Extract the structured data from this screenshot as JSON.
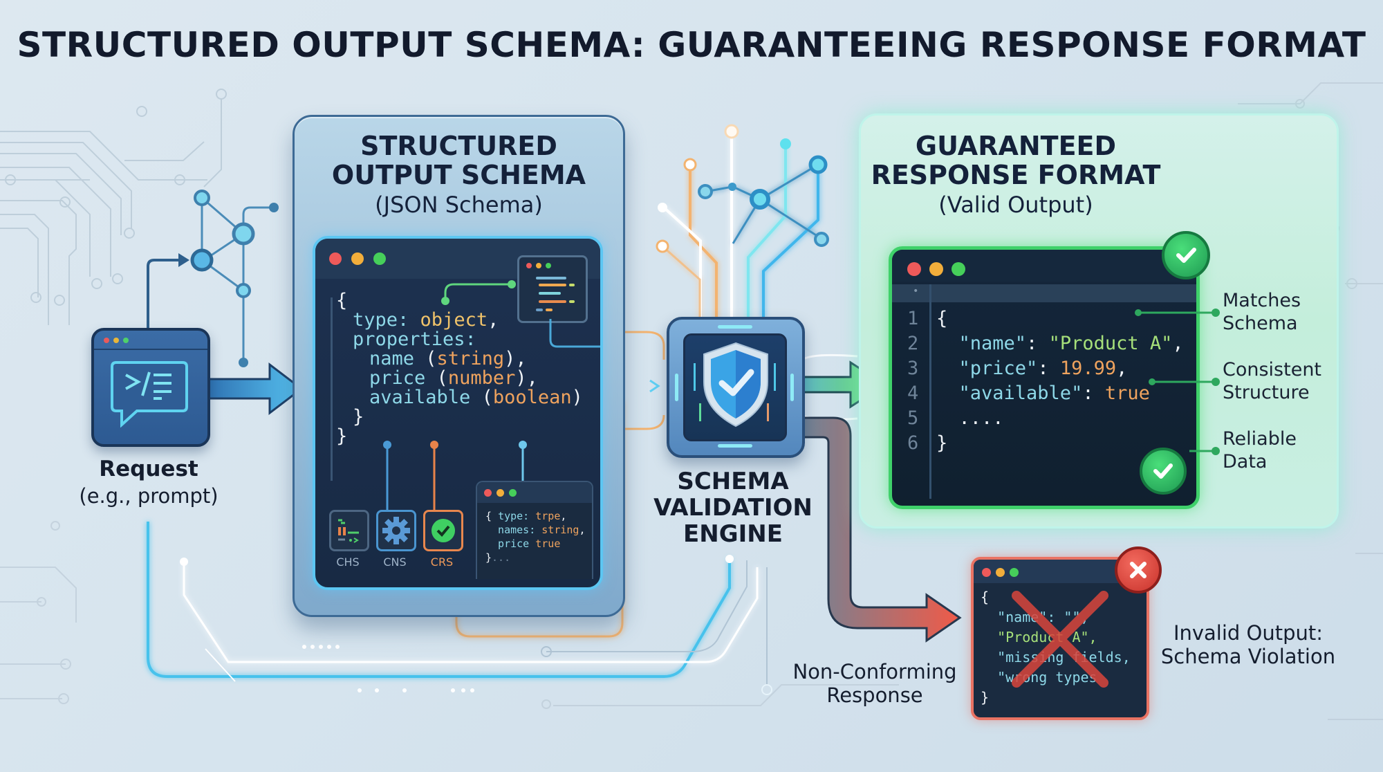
{
  "title": "STRUCTURED OUTPUT SCHEMA: GUARANTEEING RESPONSE FORMAT",
  "colors": {
    "accent_blue": "#3fb6ec",
    "accent_green": "#3fd16a",
    "accent_orange": "#f0a35e",
    "error_red": "#e2453c",
    "dark_text": "#121a2c"
  },
  "request": {
    "icon": "terminal-chat-icon",
    "label": "Request",
    "sublabel": "(e.g., prompt)"
  },
  "schema_panel": {
    "title_line1": "STRUCTURED",
    "title_line2": "OUTPUT SCHEMA",
    "subtitle": "(JSON Schema)",
    "code": [
      {
        "parts": [
          {
            "t": "{",
            "c": "w"
          }
        ]
      },
      {
        "parts": [
          {
            "t": "type: ",
            "c": "k"
          },
          {
            "t": "object",
            "c": "v"
          },
          {
            "t": ",",
            "c": "w"
          }
        ]
      },
      {
        "parts": [
          {
            "t": "properties:",
            "c": "k"
          }
        ]
      },
      {
        "parts": [
          {
            "t": "name ",
            "c": "k"
          },
          {
            "t": "(",
            "c": "w"
          },
          {
            "t": "string",
            "c": "o"
          },
          {
            "t": "),",
            "c": "w"
          }
        ]
      },
      {
        "parts": [
          {
            "t": "price ",
            "c": "k"
          },
          {
            "t": "(",
            "c": "w"
          },
          {
            "t": "number",
            "c": "o"
          },
          {
            "t": "),",
            "c": "w"
          }
        ]
      },
      {
        "parts": [
          {
            "t": "available ",
            "c": "k"
          },
          {
            "t": "(",
            "c": "w"
          },
          {
            "t": "boolean",
            "c": "o"
          },
          {
            "t": ")",
            "c": "w"
          }
        ]
      },
      {
        "parts": [
          {
            "t": "}",
            "c": "w"
          }
        ]
      },
      {
        "parts": [
          {
            "t": "}",
            "c": "w"
          }
        ]
      }
    ],
    "mini_tools": [
      {
        "label": "CHS",
        "icon": "code-settings-icon"
      },
      {
        "label": "CNS",
        "icon": "gear-icon"
      },
      {
        "label": "CRS",
        "icon": "check-circle-icon"
      }
    ],
    "snippet": [
      {
        "parts": [
          {
            "t": "{ ",
            "c": "w"
          },
          {
            "t": "type: ",
            "c": "k"
          },
          {
            "t": "trpe",
            "c": "o"
          },
          {
            "t": ",",
            "c": "w"
          }
        ]
      },
      {
        "parts": [
          {
            "t": "  names: ",
            "c": "k"
          },
          {
            "t": "string",
            "c": "o"
          },
          {
            "t": ",",
            "c": "w"
          }
        ]
      },
      {
        "parts": [
          {
            "t": "  price ",
            "c": "k"
          },
          {
            "t": "true",
            "c": "o"
          }
        ]
      },
      {
        "parts": [
          {
            "t": "}",
            "c": "w"
          },
          {
            "t": "...",
            "c": "n"
          }
        ]
      }
    ]
  },
  "engine": {
    "icon": "shield-check-icon",
    "label_line1": "SCHEMA",
    "label_line2": "VALIDATION",
    "label_line3": "ENGINE"
  },
  "valid_panel": {
    "title_line1": "GUARANTEED",
    "title_line2": "RESPONSE FORMAT",
    "subtitle": "(Valid Output)",
    "gutter_marker": "•",
    "line_numbers": [
      "1",
      "2",
      "3",
      "4",
      "5",
      "6"
    ],
    "code": [
      {
        "parts": [
          {
            "t": "{",
            "c": "w"
          }
        ]
      },
      {
        "parts": [
          {
            "t": "  \"name\"",
            "c": "k"
          },
          {
            "t": ": ",
            "c": "w"
          },
          {
            "t": "\"Product A\"",
            "c": "g"
          },
          {
            "t": ",",
            "c": "w"
          }
        ]
      },
      {
        "parts": [
          {
            "t": "  \"price\"",
            "c": "k"
          },
          {
            "t": ": ",
            "c": "w"
          },
          {
            "t": "19.99",
            "c": "o"
          },
          {
            "t": ",",
            "c": "w"
          }
        ]
      },
      {
        "parts": [
          {
            "t": "  \"available\"",
            "c": "k"
          },
          {
            "t": ": ",
            "c": "w"
          },
          {
            "t": "true",
            "c": "o"
          }
        ]
      },
      {
        "parts": [
          {
            "t": "  ....",
            "c": "w"
          }
        ]
      },
      {
        "parts": [
          {
            "t": "}",
            "c": "w"
          }
        ]
      }
    ],
    "benefits": [
      {
        "line1": "Matches",
        "line2": "Schema"
      },
      {
        "line1": "Consistent",
        "line2": "Structure"
      },
      {
        "line1": "Reliable",
        "line2": "Data"
      }
    ]
  },
  "invalid": {
    "arrow_label_line1": "Non-Conforming",
    "arrow_label_line2": "Response",
    "code": [
      {
        "parts": [
          {
            "t": "{",
            "c": "w"
          }
        ]
      },
      {
        "parts": [
          {
            "t": "  \"name\": \"\",",
            "c": "k"
          }
        ]
      },
      {
        "parts": [
          {
            "t": "  \"Product A\",",
            "c": "g"
          }
        ]
      },
      {
        "parts": [
          {
            "t": "  \"missing fields,",
            "c": "k"
          }
        ]
      },
      {
        "parts": [
          {
            "t": "  \"wrong types",
            "c": "k"
          }
        ]
      },
      {
        "parts": [
          {
            "t": "}",
            "c": "w"
          }
        ]
      }
    ],
    "label_line1": "Invalid Output:",
    "label_line2": "Schema Violation"
  }
}
